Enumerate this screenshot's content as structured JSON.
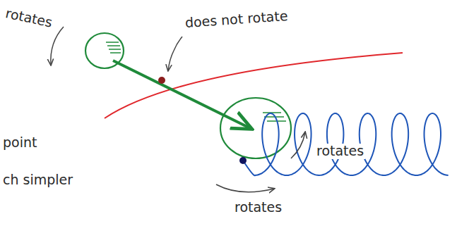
{
  "diagram": {
    "labels": [
      "rotates",
      "does not rotate",
      "point",
      "ch simpler",
      "rotates",
      "rotates"
    ]
  }
}
